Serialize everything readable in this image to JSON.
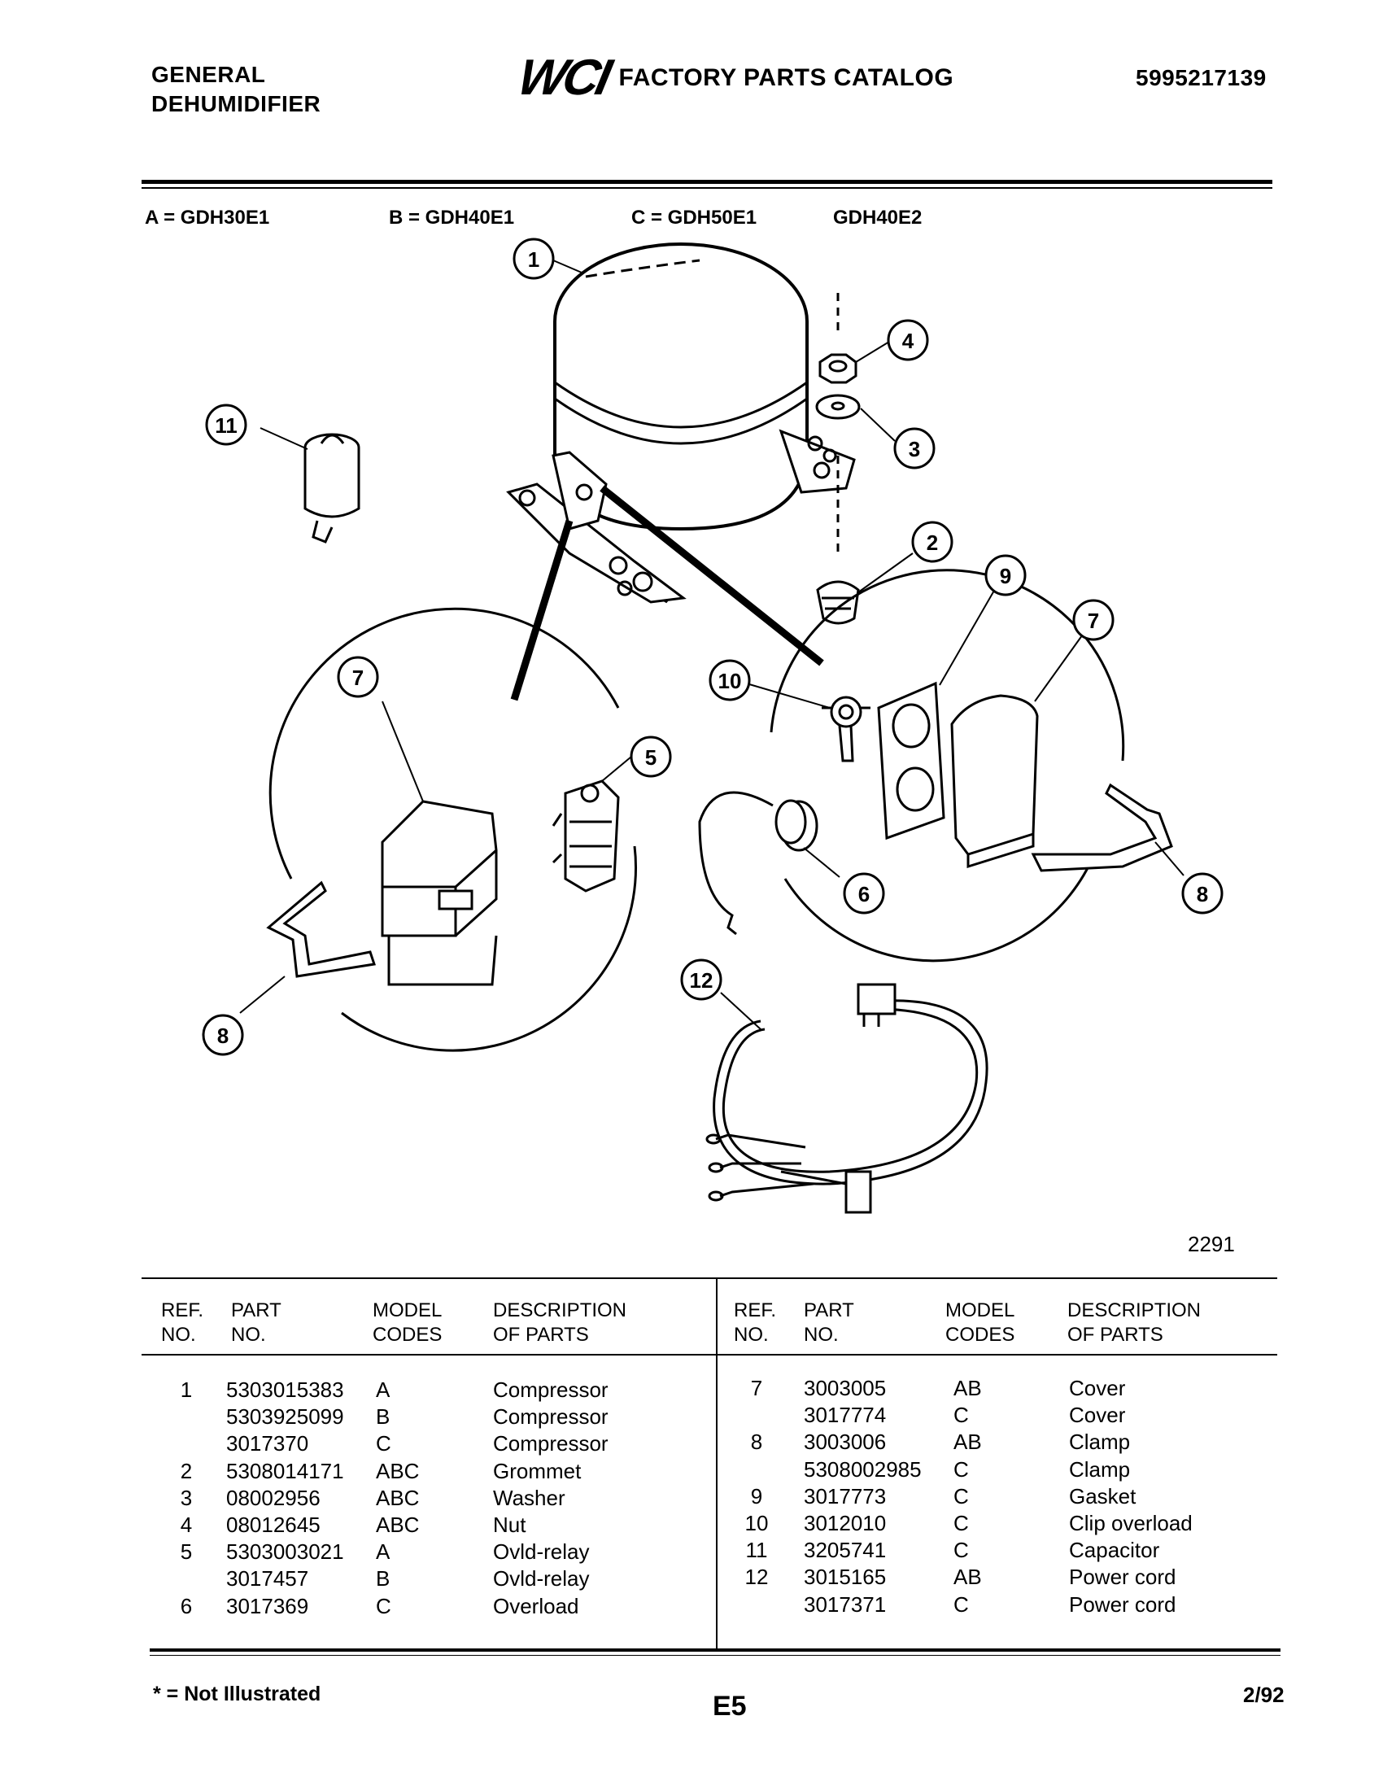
{
  "header": {
    "brand_line1": "GENERAL",
    "brand_line2": "DEHUMIDIFIER",
    "logo": "WCI",
    "catalog_title": "FACTORY PARTS CATALOG",
    "catalog_number": "5995217139"
  },
  "models": [
    "A = GDH30E1",
    "B = GDH40E1",
    "C = GDH50E1",
    "GDH40E2"
  ],
  "figure": {
    "callouts": [
      "1",
      "2",
      "3",
      "4",
      "5",
      "6",
      "7",
      "7",
      "8",
      "8",
      "9",
      "10",
      "11",
      "12"
    ],
    "figure_number": "2291"
  },
  "table": {
    "headers": {
      "ref": [
        "REF.",
        "NO."
      ],
      "part": [
        "PART",
        "NO."
      ],
      "model": [
        "MODEL",
        "CODES"
      ],
      "desc": [
        "DESCRIPTION",
        "OF PARTS"
      ]
    },
    "left_rows": [
      {
        "ref": "1",
        "part": "5303015383",
        "model": "A",
        "desc": "Compressor"
      },
      {
        "ref": "",
        "part": "5303925099",
        "model": "B",
        "desc": "Compressor"
      },
      {
        "ref": "",
        "part": "3017370",
        "model": "C",
        "desc": "Compressor"
      },
      {
        "ref": "2",
        "part": "5308014171",
        "model": "ABC",
        "desc": "Grommet"
      },
      {
        "ref": "3",
        "part": "08002956",
        "model": "ABC",
        "desc": "Washer"
      },
      {
        "ref": "4",
        "part": "08012645",
        "model": "ABC",
        "desc": "Nut"
      },
      {
        "ref": "5",
        "part": "5303003021",
        "model": "A",
        "desc": "Ovld-relay"
      },
      {
        "ref": "",
        "part": "3017457",
        "model": "B",
        "desc": "Ovld-relay"
      },
      {
        "ref": "6",
        "part": "3017369",
        "model": "C",
        "desc": "Overload"
      }
    ],
    "right_rows": [
      {
        "ref": "7",
        "part": "3003005",
        "model": "AB",
        "desc": "Cover"
      },
      {
        "ref": "",
        "part": "3017774",
        "model": "C",
        "desc": "Cover"
      },
      {
        "ref": "8",
        "part": "3003006",
        "model": "AB",
        "desc": "Clamp"
      },
      {
        "ref": "",
        "part": "5308002985",
        "model": "C",
        "desc": "Clamp"
      },
      {
        "ref": "9",
        "part": "3017773",
        "model": "C",
        "desc": "Gasket"
      },
      {
        "ref": "10",
        "part": "3012010",
        "model": "C",
        "desc": "Clip overload"
      },
      {
        "ref": "11",
        "part": "3205741",
        "model": "C",
        "desc": "Capacitor"
      },
      {
        "ref": "12",
        "part": "3015165",
        "model": "AB",
        "desc": "Power cord"
      },
      {
        "ref": "",
        "part": "3017371",
        "model": "C",
        "desc": "Power cord"
      }
    ]
  },
  "footer": {
    "note": "* = Not Illustrated",
    "page_code": "E5",
    "date": "2/92"
  }
}
